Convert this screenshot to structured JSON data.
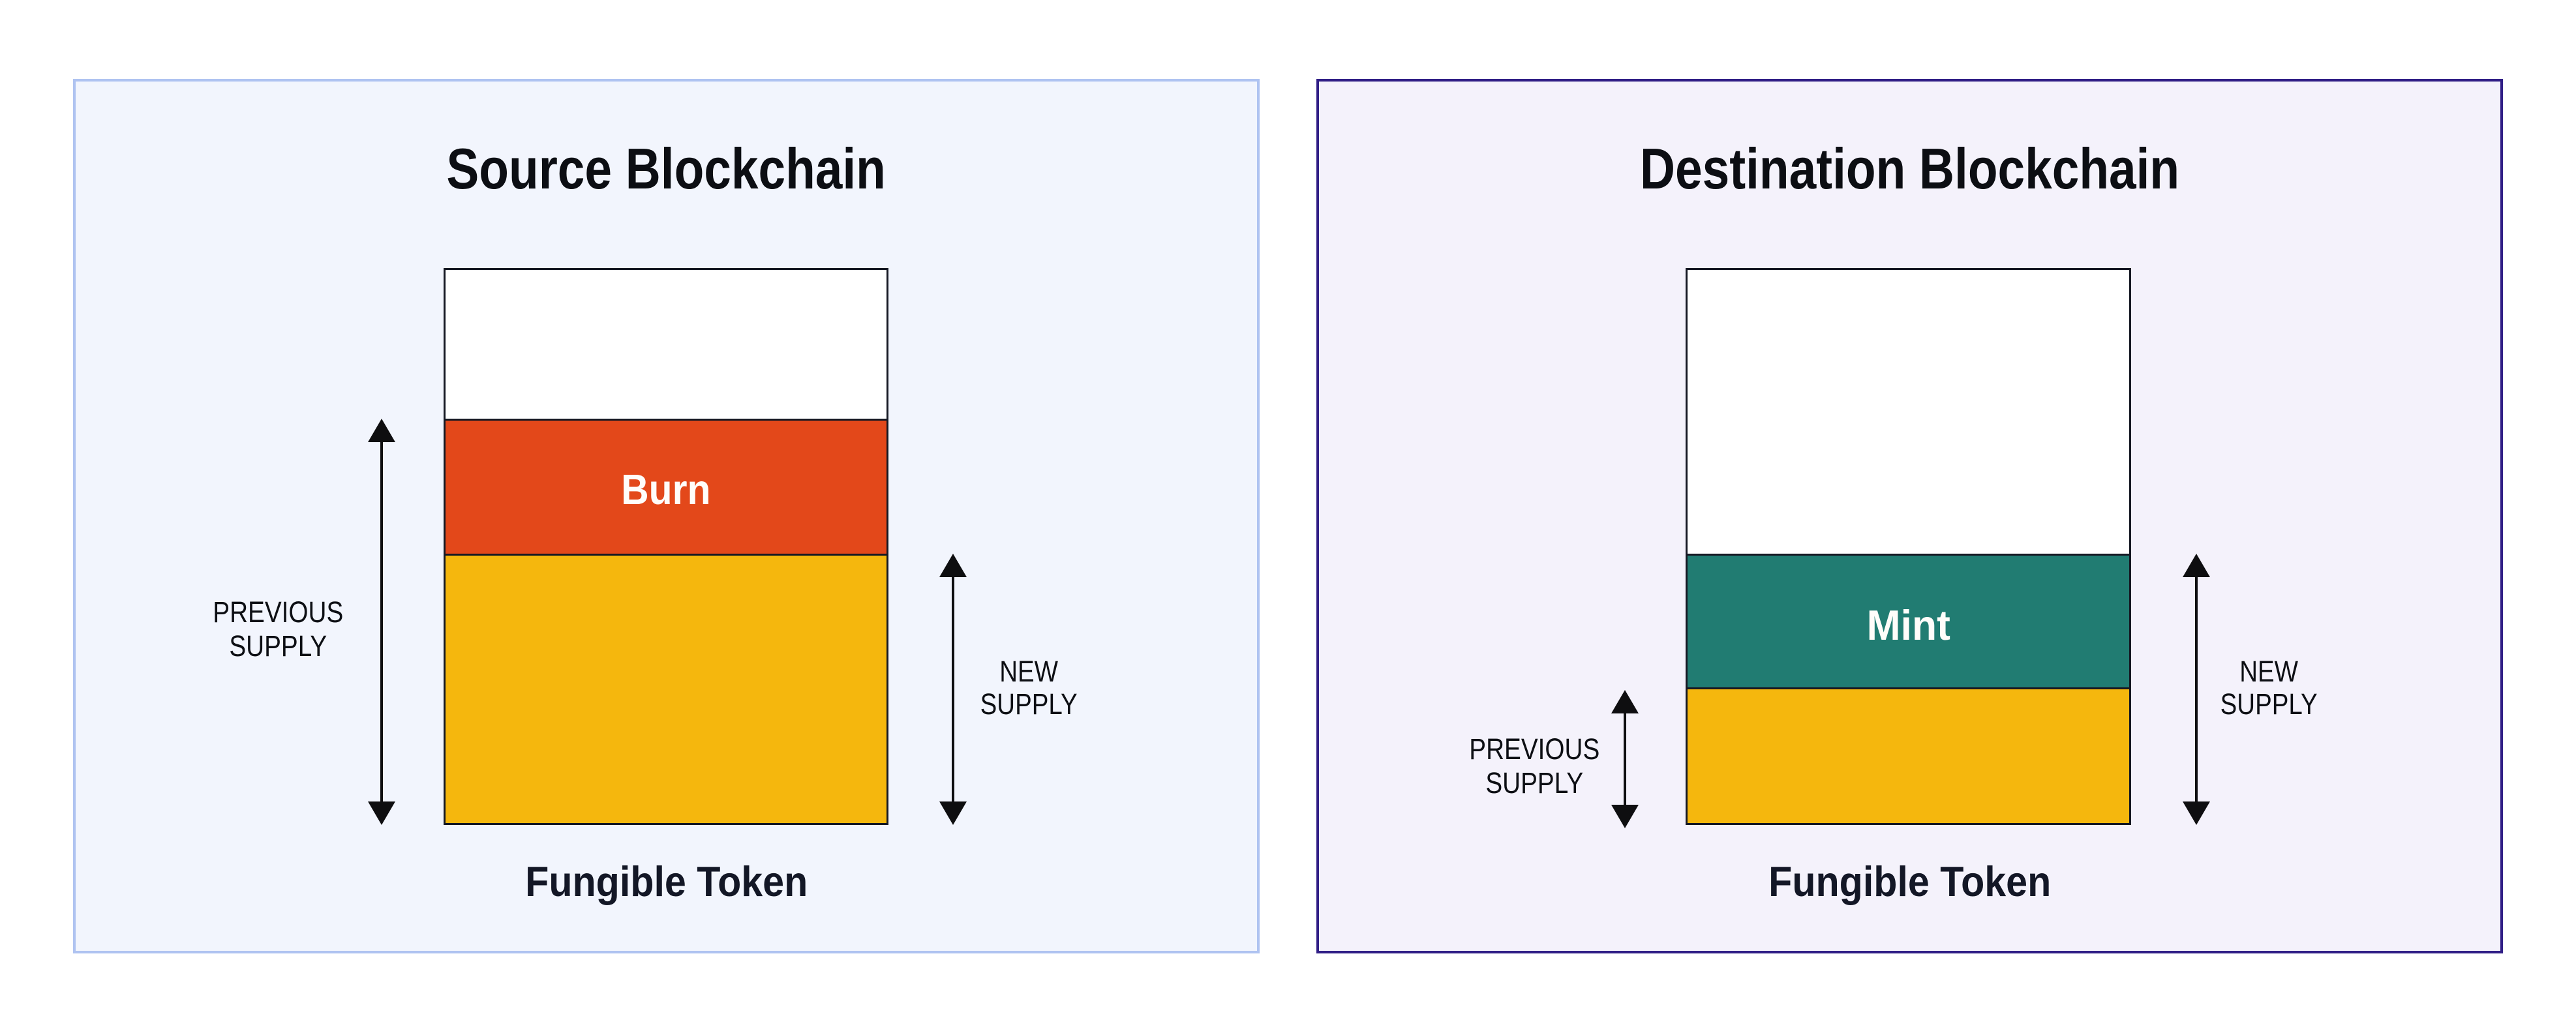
{
  "colors": {
    "page-bg": "#ffffff",
    "source-panel-bg": "#f2f5fd",
    "source-panel-border": "#afc3f1",
    "dest-panel-bg": "#f4f2fb",
    "dest-panel-border": "#301e86",
    "outline": "#151823",
    "burn": "#e3481a",
    "supply": "#f5b70d",
    "mint": "#217c72",
    "arrow": "#0e0e10",
    "title-text": "#0c0e13",
    "label-text": "#0d0f14",
    "token-label-text": "#131726",
    "segment-label-text": "#fffdfa"
  },
  "source_panel": {
    "title": "Source Blockchain",
    "token_label": "Fungible Token",
    "segment_label": "Burn",
    "previous_supply_label": {
      "line1": "PREVIOUS",
      "line2": "SUPPLY"
    },
    "new_supply_label": {
      "line1": "NEW",
      "line2": "SUPPLY"
    }
  },
  "dest_panel": {
    "title": "Destination Blockchain",
    "token_label": "Fungible Token",
    "segment_label": "Mint",
    "previous_supply_label": {
      "line1": "PREVIOUS",
      "line2": "SUPPLY"
    },
    "new_supply_label": {
      "line1": "NEW",
      "line2": "SUPPLY"
    }
  }
}
